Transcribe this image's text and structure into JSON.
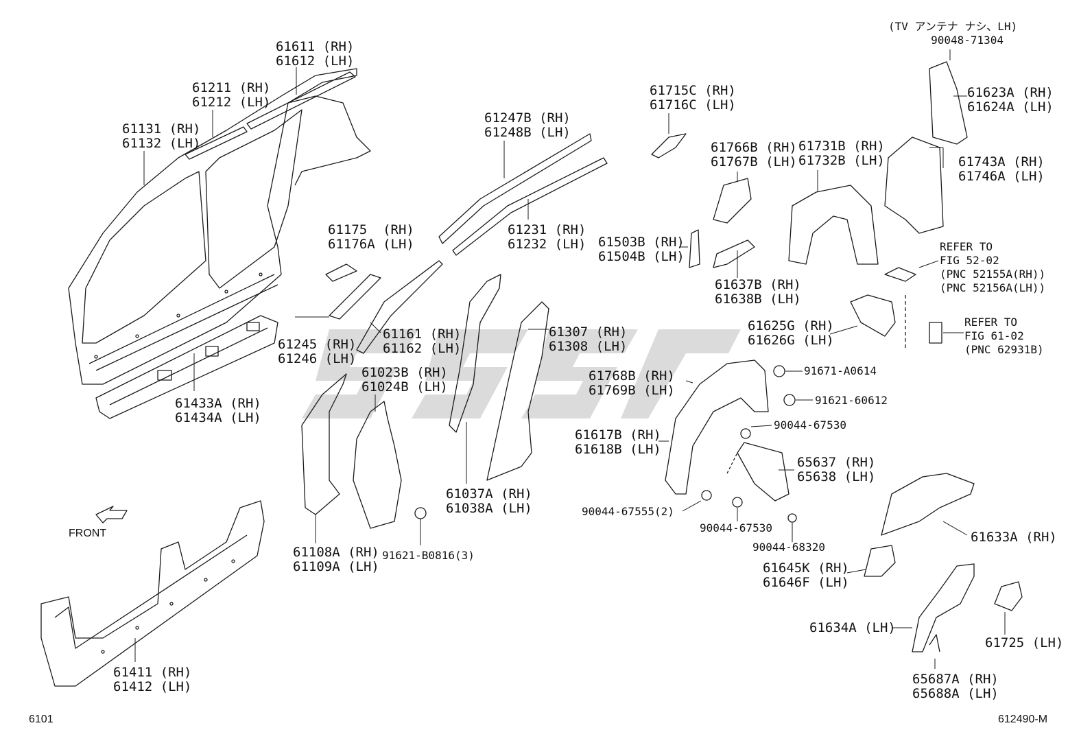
{
  "diagram": {
    "figure_code": "6101",
    "illustration_code": "612490-M",
    "front_label": "FRONT",
    "callouts": [
      {
        "id": "61611",
        "lines": [
          "61611 (RH)",
          "61612 (LH)"
        ]
      },
      {
        "id": "61211",
        "lines": [
          "61211 (RH)",
          "61212 (LH)"
        ]
      },
      {
        "id": "61131",
        "lines": [
          "61131 (RH)",
          "61132 (LH)"
        ]
      },
      {
        "id": "61433A",
        "lines": [
          "61433A (RH)",
          "61434A (LH)"
        ]
      },
      {
        "id": "61411",
        "lines": [
          "61411 (RH)",
          "61412 (LH)"
        ]
      },
      {
        "id": "61247B",
        "lines": [
          "61247B (RH)",
          "61248B (LH)"
        ]
      },
      {
        "id": "61231",
        "lines": [
          "61231 (RH)",
          "61232 (LH)"
        ]
      },
      {
        "id": "61175",
        "lines": [
          "61175  (RH)",
          "61176A (LH)"
        ]
      },
      {
        "id": "61245",
        "lines": [
          "61245 (RH)",
          "61246 (LH)"
        ]
      },
      {
        "id": "61161",
        "lines": [
          "61161 (RH)",
          "61162 (LH)"
        ]
      },
      {
        "id": "61023B",
        "lines": [
          "61023B (RH)",
          "61024B (LH)"
        ]
      },
      {
        "id": "61307",
        "lines": [
          "61307 (RH)",
          "61308 (LH)"
        ]
      },
      {
        "id": "61037A",
        "lines": [
          "61037A (RH)",
          "61038A (LH)"
        ]
      },
      {
        "id": "61108A",
        "lines": [
          "61108A (RH)",
          "61109A (LH)"
        ]
      },
      {
        "id": "91621-B0816",
        "lines": [
          "91621-B0816(3)"
        ]
      },
      {
        "id": "61715C",
        "lines": [
          "61715C (RH)",
          "61716C (LH)"
        ]
      },
      {
        "id": "61766B",
        "lines": [
          "61766B (RH)",
          "61767B (LH)"
        ]
      },
      {
        "id": "61731B",
        "lines": [
          "61731B (RH)",
          "61732B (LH)"
        ]
      },
      {
        "id": "61503B",
        "lines": [
          "61503B (RH)",
          "61504B (LH)"
        ]
      },
      {
        "id": "61637B",
        "lines": [
          "61637B (RH)",
          "61638B (LH)"
        ]
      },
      {
        "id": "tv-note",
        "lines": [
          "(TV アンテナ ナシ、LH)",
          "90048-71304"
        ]
      },
      {
        "id": "61623A",
        "lines": [
          "61623A (RH)",
          "61624A (LH)"
        ]
      },
      {
        "id": "61743A",
        "lines": [
          "61743A (RH)",
          "61746A (LH)"
        ]
      },
      {
        "id": "refer-52",
        "lines": [
          "REFER TO",
          "FIG 52-02",
          "(PNC 52155A(RH))",
          "(PNC 52156A(LH))"
        ]
      },
      {
        "id": "61625G",
        "lines": [
          "61625G (RH)",
          "61626G (LH)"
        ]
      },
      {
        "id": "refer-61",
        "lines": [
          "REFER TO",
          "FIG 61-02",
          "(PNC 62931B)"
        ]
      },
      {
        "id": "61768B",
        "lines": [
          "61768B (RH)",
          "61769B (LH)"
        ]
      },
      {
        "id": "91671-A0614",
        "lines": [
          "91671-A0614"
        ]
      },
      {
        "id": "91621-60612",
        "lines": [
          "91621-60612"
        ]
      },
      {
        "id": "90044-67530a",
        "lines": [
          "90044-67530"
        ]
      },
      {
        "id": "61617B",
        "lines": [
          "61617B (RH)",
          "61618B (LH)"
        ]
      },
      {
        "id": "65637",
        "lines": [
          "65637 (RH)",
          "65638 (LH)"
        ]
      },
      {
        "id": "90044-67555",
        "lines": [
          "90044-67555(2)"
        ]
      },
      {
        "id": "90044-67530b",
        "lines": [
          "90044-67530"
        ]
      },
      {
        "id": "90044-68320",
        "lines": [
          "90044-68320"
        ]
      },
      {
        "id": "61633A",
        "lines": [
          "61633A (RH)"
        ]
      },
      {
        "id": "61645K",
        "lines": [
          "61645K (RH)",
          "61646F (LH)"
        ]
      },
      {
        "id": "61634A",
        "lines": [
          "61634A (LH)"
        ]
      },
      {
        "id": "61725",
        "lines": [
          "61725 (LH)"
        ]
      },
      {
        "id": "65687A",
        "lines": [
          "65687A (RH)",
          "65688A (LH)"
        ]
      }
    ],
    "colors": {
      "line": "#1a1a1a",
      "watermark": "#c9c9c9",
      "background": "#ffffff"
    }
  }
}
